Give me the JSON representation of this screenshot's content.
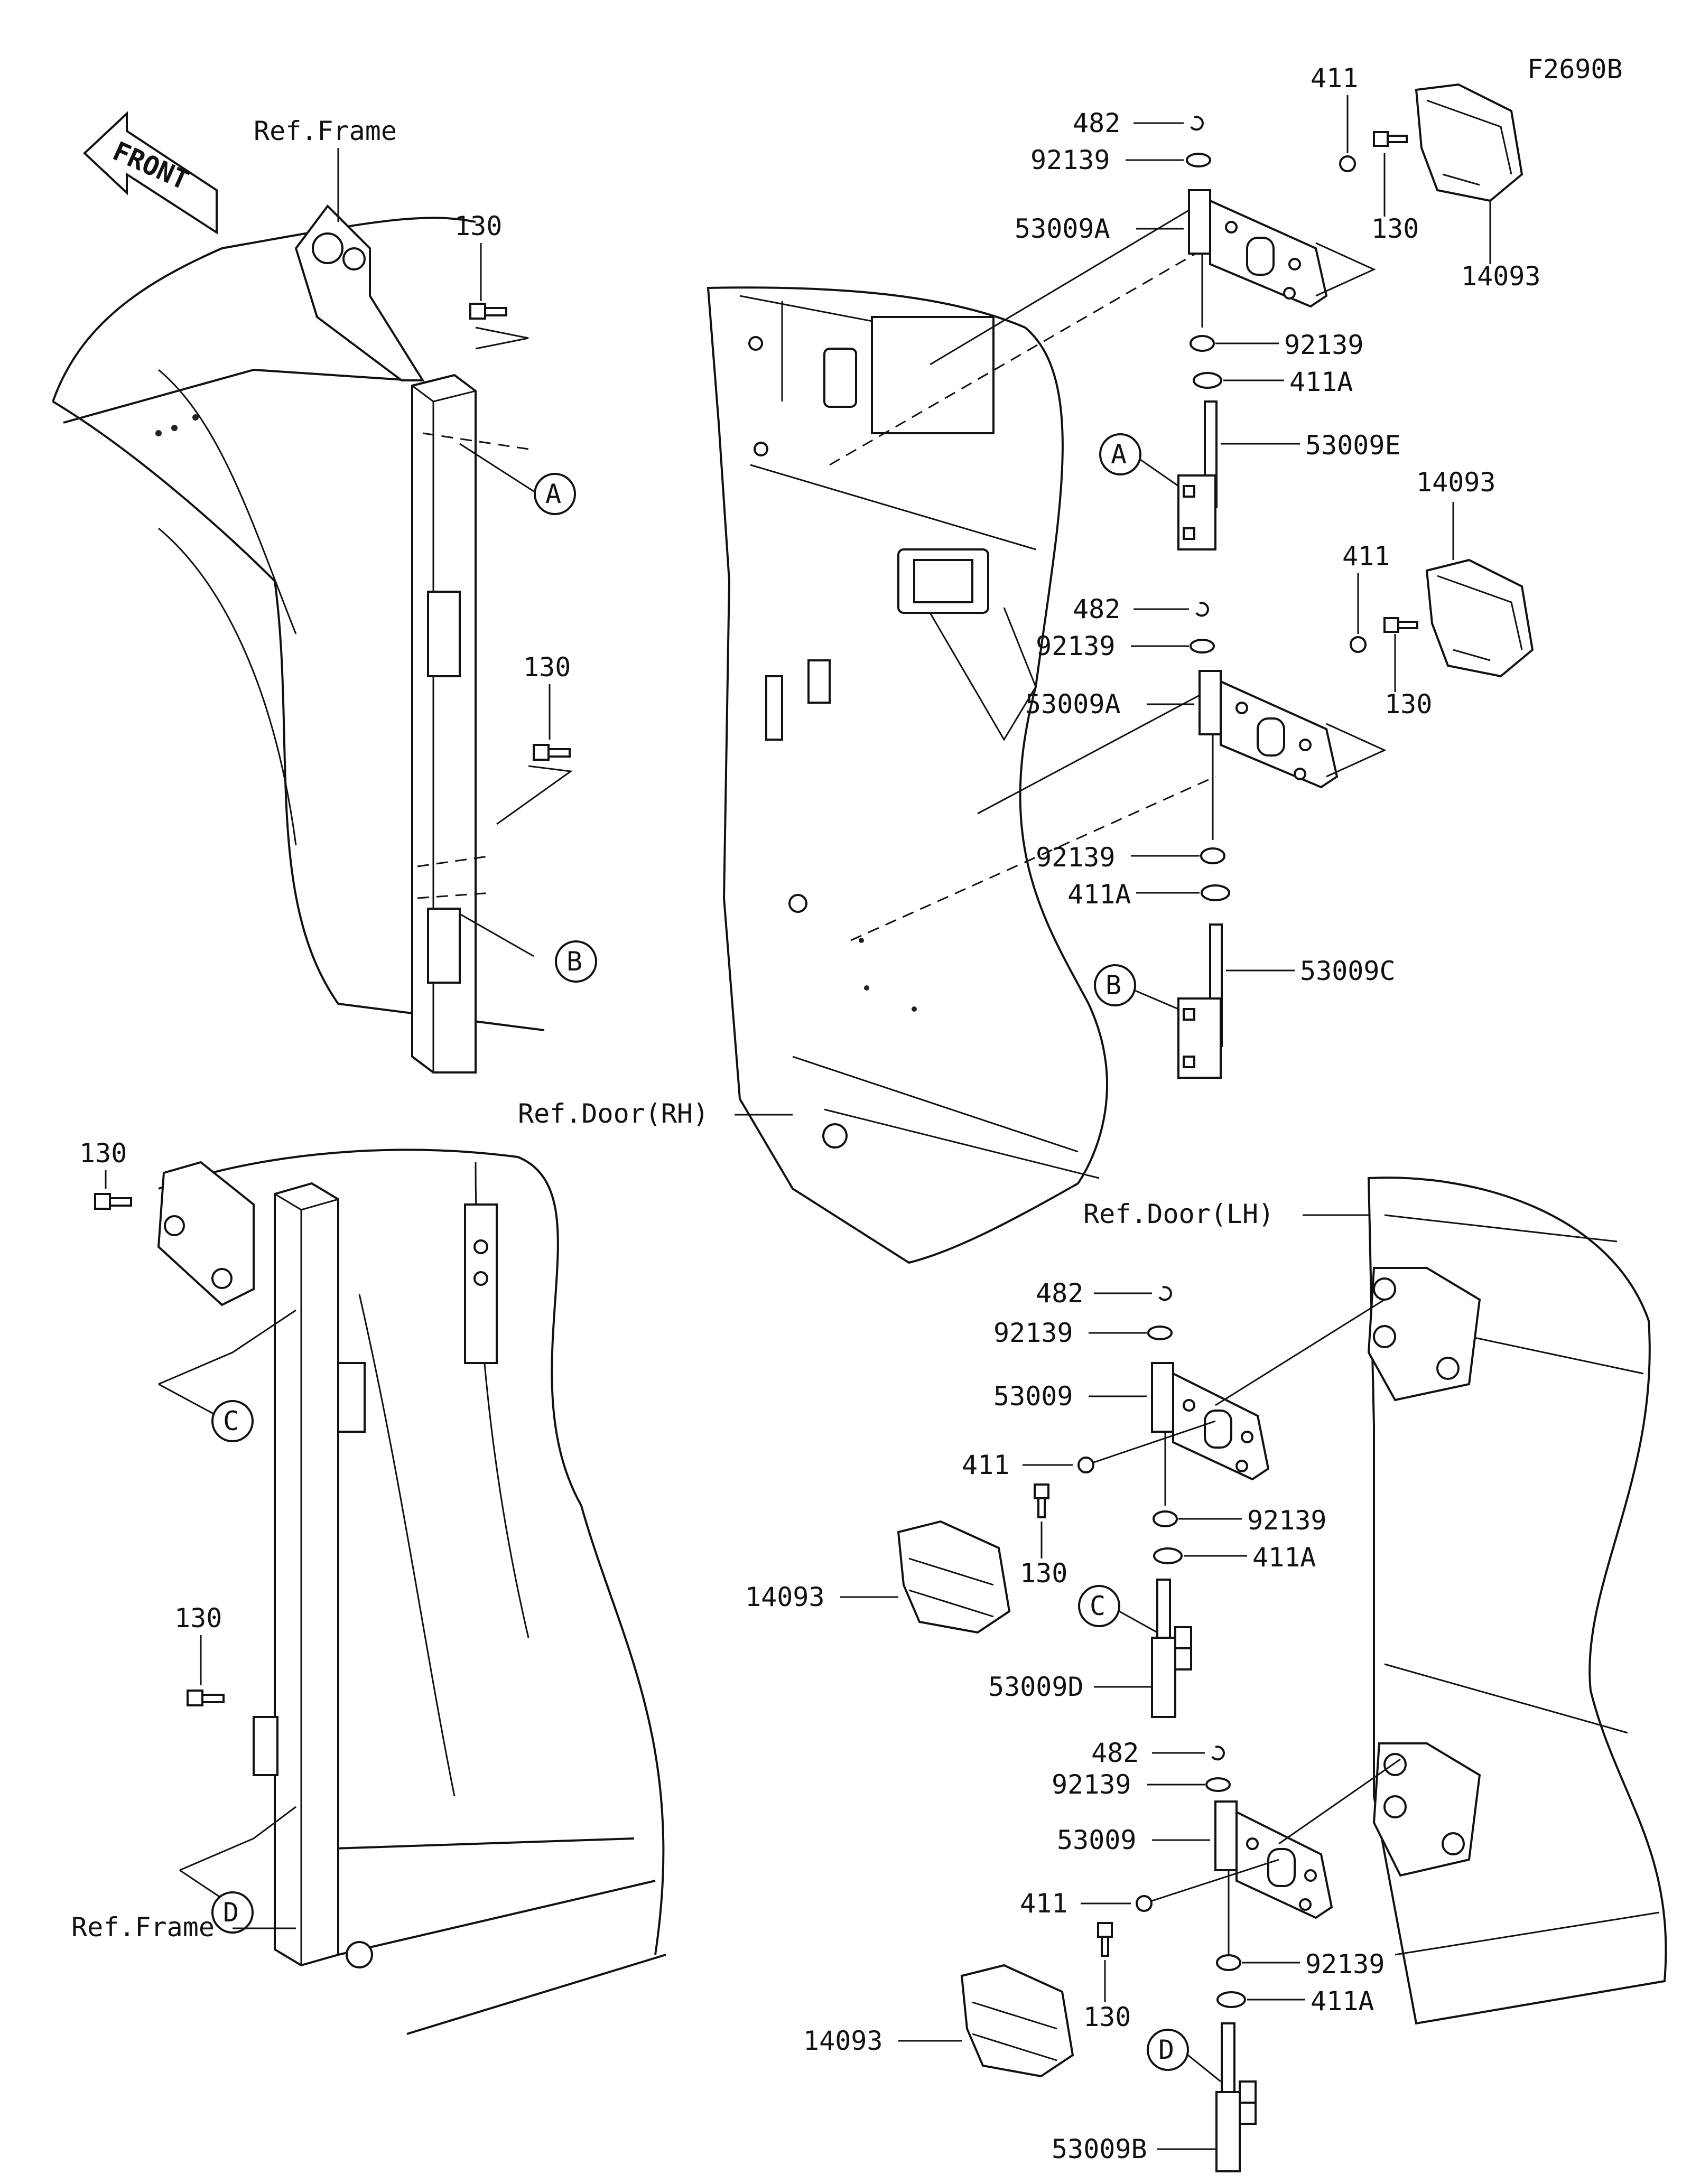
{
  "diagram_code": "F2690B",
  "front_label": "FRONT",
  "references": {
    "frame_top": "Ref.Frame",
    "frame_bottom": "Ref.Frame",
    "door_rh": "Ref.Door(RH)",
    "door_lh": "Ref.Door(LH)"
  },
  "callouts": {
    "a_frame": "A",
    "b_frame": "B",
    "c_frame": "C",
    "d_frame": "D",
    "a_hinge": "A",
    "b_hinge": "B",
    "c_hinge": "C",
    "d_hinge": "D"
  },
  "parts": {
    "p482_1": "482",
    "p92139_1": "92139",
    "p53009A_1": "53009A",
    "p411_1": "411",
    "p130_1": "130",
    "p14093_1": "14093",
    "p92139_2": "92139",
    "p411A_1": "411A",
    "p53009E": "53009E",
    "p14093_2": "14093",
    "p411_2": "411",
    "p482_2": "482",
    "p92139_3": "92139",
    "p130_2": "130",
    "p53009A_2": "53009A",
    "p92139_4": "92139",
    "p411A_2": "411A",
    "p53009C": "53009C",
    "p482_3": "482",
    "p92139_5": "92139",
    "p53009_1": "53009",
    "p411_3": "411",
    "p92139_6": "92139",
    "p411A_3": "411A",
    "p130_3": "130",
    "p14093_3": "14093",
    "p53009D": "53009D",
    "p482_4": "482",
    "p92139_7": "92139",
    "p53009_2": "53009",
    "p411_4": "411",
    "p92139_8": "92139",
    "p130_4": "130",
    "p411A_4": "411A",
    "p14093_4": "14093",
    "p53009B": "53009B",
    "f130_1": "130",
    "f130_2": "130",
    "f130_3": "130",
    "f130_4": "130"
  },
  "icons": {
    "front_arrow": "front-arrow-icon",
    "bolt": "bolt-icon",
    "washer": "washer-icon",
    "circlip": "circlip-icon",
    "hinge": "hinge-icon",
    "hinge_cover": "hinge-cover-icon"
  }
}
